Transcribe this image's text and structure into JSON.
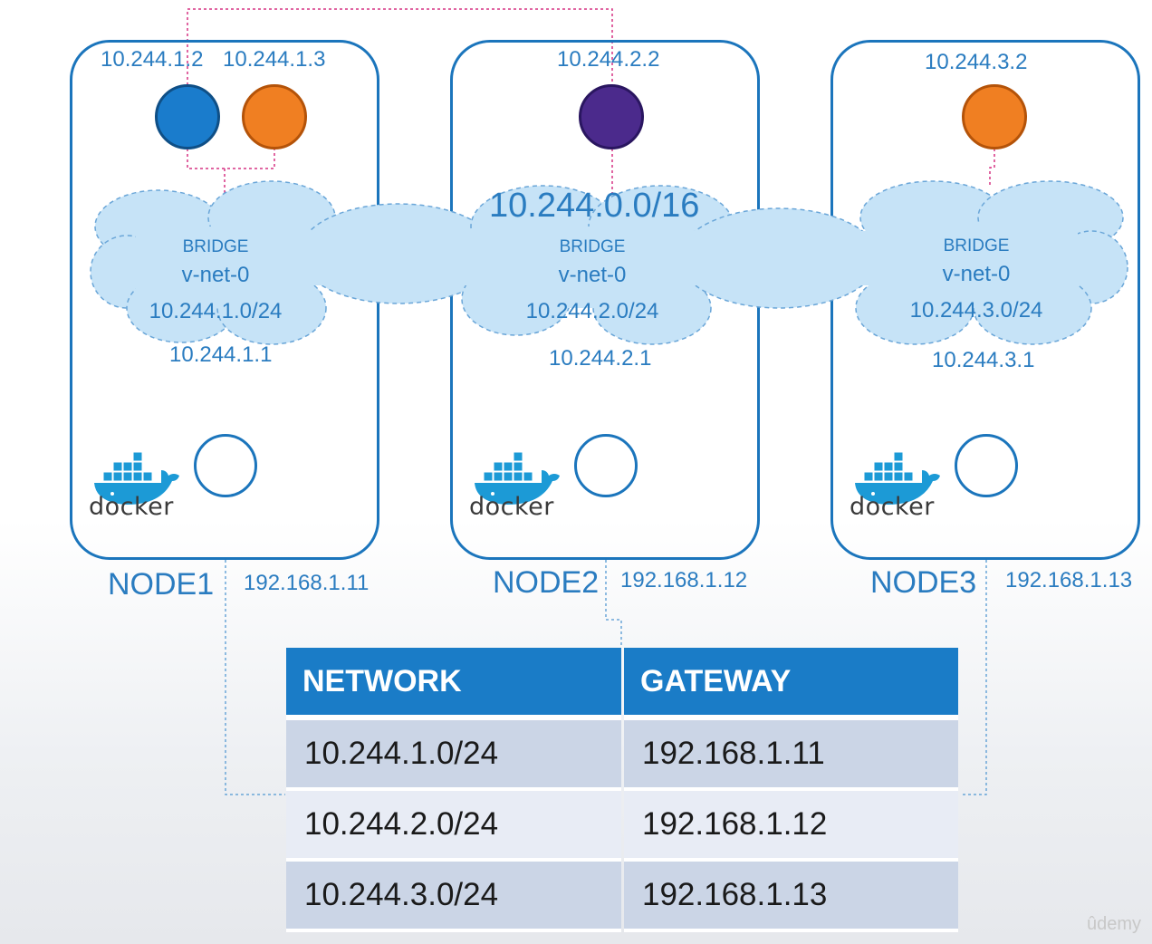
{
  "cluster_cidr": "10.244.0.0/16",
  "nodes": [
    {
      "label": "NODE1",
      "host_ip": "192.168.1.11",
      "pod_ips": [
        "10.244.1.2",
        "10.244.1.3"
      ],
      "bridge": {
        "type": "BRIDGE",
        "name": "v-net-0",
        "subnet": "10.244.1.0/24",
        "gateway_ip": "10.244.1.1"
      },
      "docker": "docker"
    },
    {
      "label": "NODE2",
      "host_ip": "192.168.1.12",
      "pod_ips": [
        "10.244.2.2"
      ],
      "bridge": {
        "type": "BRIDGE",
        "name": "v-net-0",
        "subnet": "10.244.2.0/24",
        "gateway_ip": "10.244.2.1"
      },
      "docker": "docker"
    },
    {
      "label": "NODE3",
      "host_ip": "192.168.1.13",
      "pod_ips": [
        "10.244.3.2"
      ],
      "bridge": {
        "type": "BRIDGE",
        "name": "v-net-0",
        "subnet": "10.244.3.0/24",
        "gateway_ip": "10.244.3.1"
      },
      "docker": "docker"
    }
  ],
  "route_table": {
    "headers": [
      "NETWORK",
      "GATEWAY"
    ],
    "rows": [
      [
        "10.244.1.0/24",
        "192.168.1.11"
      ],
      [
        "10.244.2.0/24",
        "192.168.1.12"
      ],
      [
        "10.244.3.0/24",
        "192.168.1.13"
      ]
    ]
  },
  "colors": {
    "accent": "#1b75bc",
    "pod_blue": "#1a7ccc",
    "pod_orange": "#f07f22",
    "pod_purple": "#4b2a8c",
    "cloud": "#c6e3f7",
    "table_header": "#1a7cc7",
    "connector_pink": "#d63384"
  },
  "watermark": "ûdemy"
}
